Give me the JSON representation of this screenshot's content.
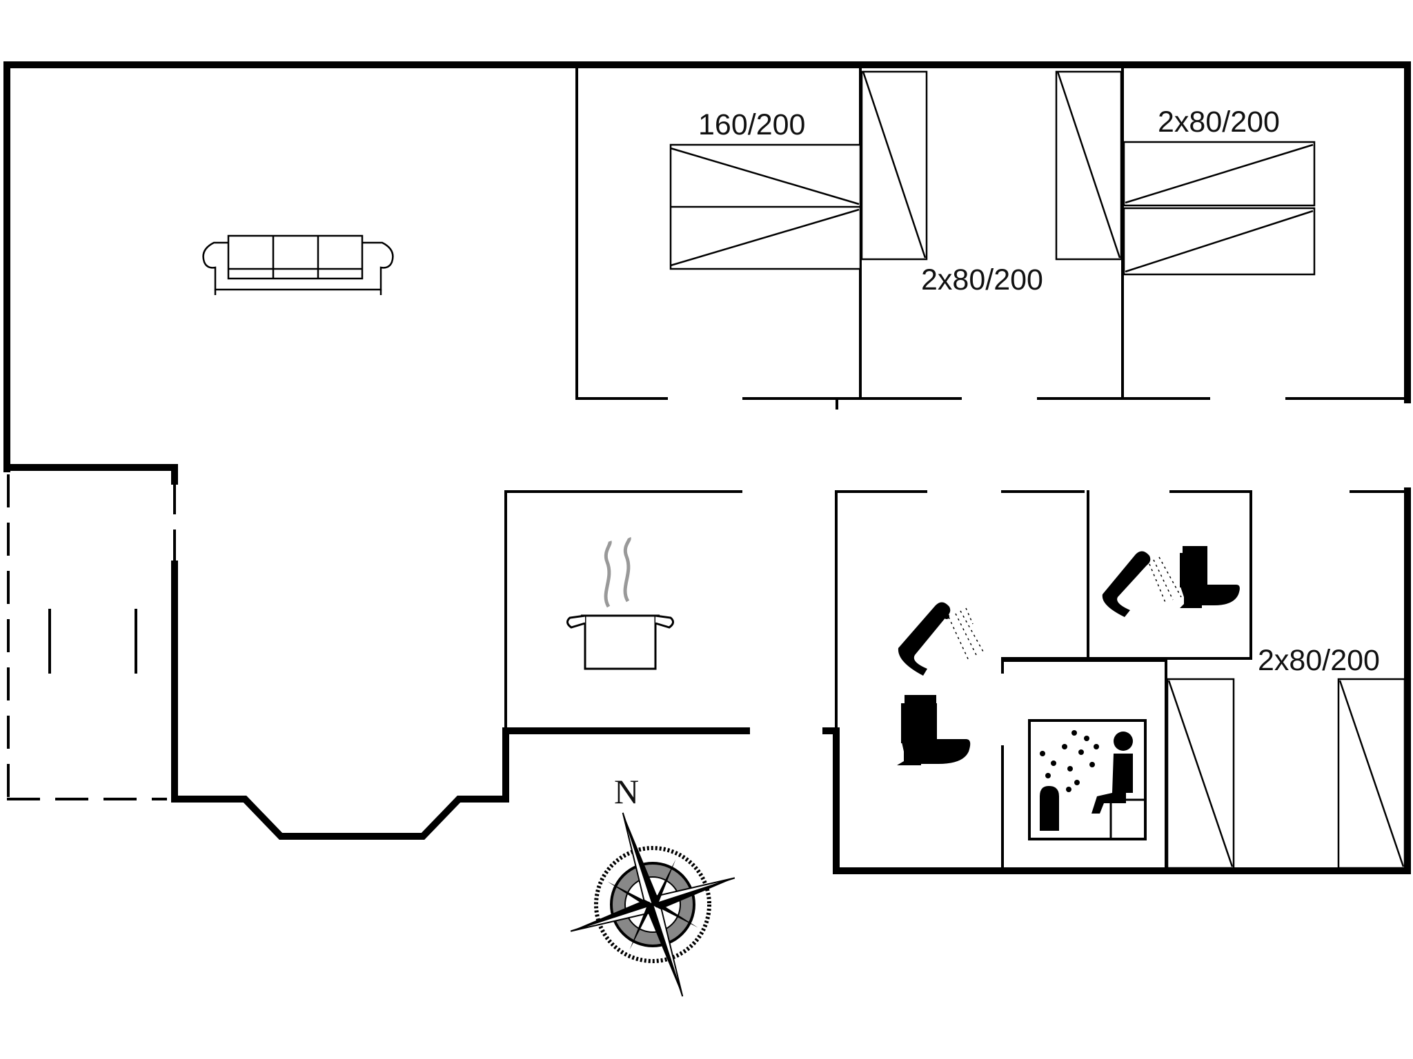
{
  "bed_labels": {
    "bedroom_1": "160/200",
    "bedroom_2": "2x80/200",
    "bedroom_3": "2x80/200",
    "bedroom_4": "2x80/200"
  },
  "compass": {
    "north_label": "N"
  },
  "icons": {
    "sofa": "sofa-icon",
    "cooking_pot": "cooking-pot-icon",
    "shower": "shower-icon",
    "toilet": "toilet-icon",
    "sauna": "sauna-icon",
    "compass_rose": "compass-rose-icon"
  },
  "colors": {
    "wall": "#000000",
    "background": "#ffffff",
    "steam": "#999999"
  }
}
